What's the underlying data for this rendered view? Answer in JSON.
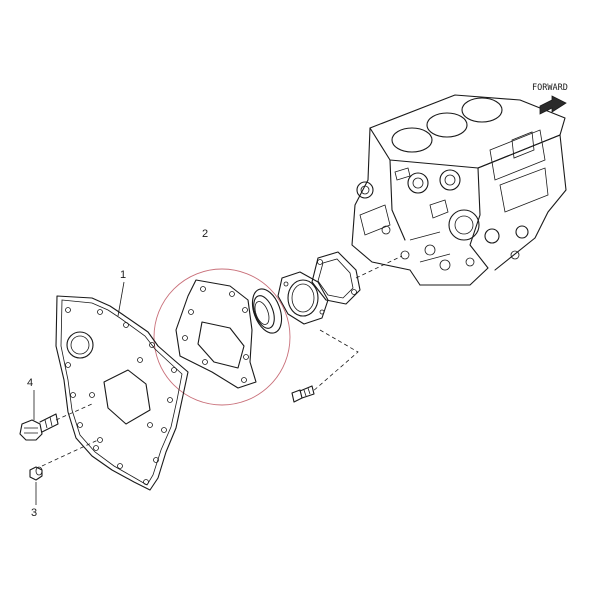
{
  "callouts": {
    "part_1": "1",
    "part_2": "2",
    "part_3": "3",
    "part_4": "4"
  },
  "forward_label": "FORWARD",
  "colors": {
    "line": "#1a1a1a",
    "highlight_circle": "#c9707a",
    "background": "#ffffff"
  }
}
